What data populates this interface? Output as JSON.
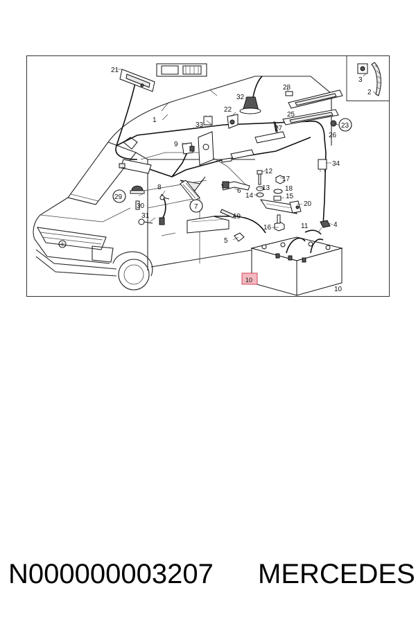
{
  "diagram": {
    "labels": {
      "l1": "1",
      "l2": "2",
      "l3": "3",
      "l4": "4",
      "l5": "5",
      "l6": "6",
      "l7": "7",
      "l8": "8",
      "l9": "9",
      "l10a": "10",
      "l10b": "10",
      "l11": "11",
      "l12": "12",
      "l13": "13",
      "l14": "14",
      "l15": "15",
      "l16": "16",
      "l17": "17",
      "l18": "18",
      "l19": "19",
      "l20": "20",
      "l21": "21",
      "l22": "22",
      "l23": "23",
      "l25": "25",
      "l26": "26",
      "l27": "27",
      "l28": "28",
      "l29": "29",
      "l30": "30",
      "l31": "31",
      "l32": "32",
      "l33": "33",
      "l34": "34"
    },
    "highlight_color": "#f4b8c0",
    "highlight_border": "#d0455a"
  },
  "footer": {
    "part_number": "N000000003207",
    "brand": "MERCEDES"
  }
}
